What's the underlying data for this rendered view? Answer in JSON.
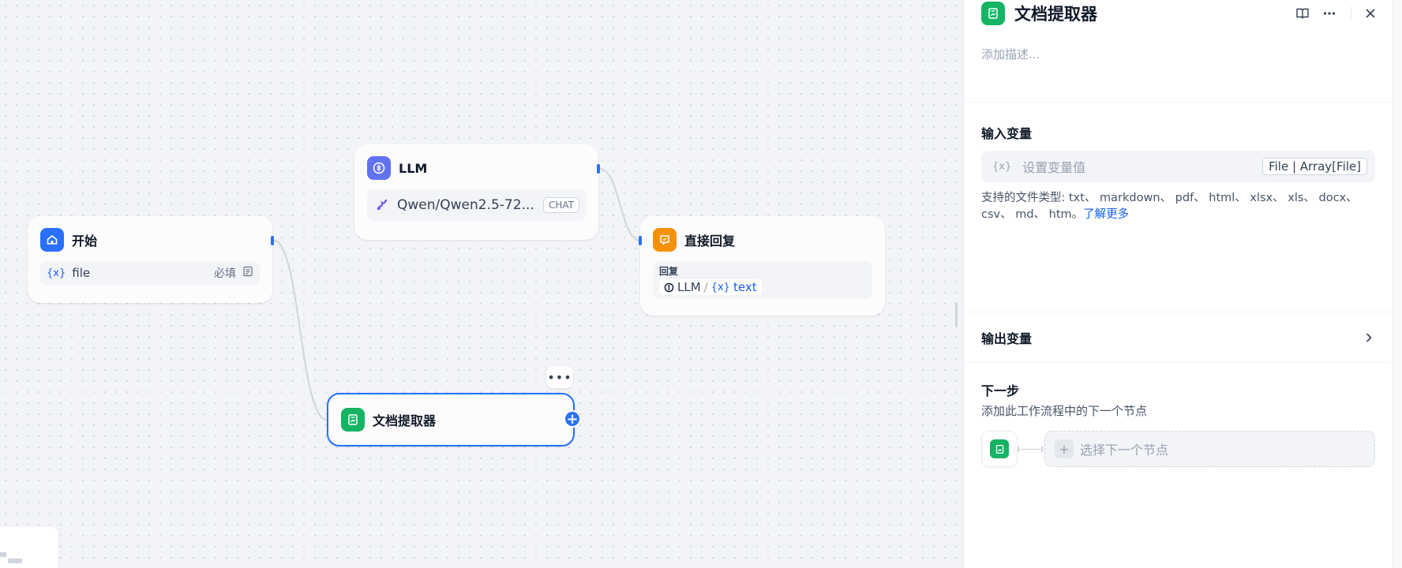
{
  "canvas": {
    "nodes": {
      "start": {
        "title": "开始",
        "var_tag": "{x}",
        "var_name": "file",
        "required": "必填"
      },
      "llm": {
        "title": "LLM",
        "model": "Qwen/Qwen2.5-72...",
        "mode": "CHAT"
      },
      "reply": {
        "title": "直接回复",
        "label": "回复",
        "ref_node": "LLM",
        "ref_sep": "/",
        "ref_tag": "{x}",
        "ref_var": "text"
      },
      "extractor": {
        "title": "文档提取器"
      }
    },
    "more_button": "•••",
    "add_handle": "+"
  },
  "panel": {
    "title": "文档提取器",
    "description_placeholder": "添加描述...",
    "input_section": {
      "title": "输入变量",
      "var_tag": "{x}",
      "placeholder": "设置变量值",
      "type": "File | Array[File]",
      "support_text": "支持的文件类型: txt、 markdown、 pdf、 html、 xlsx、 xls、 docx、 csv、 md、 htm。",
      "learn_more": "了解更多"
    },
    "output_section": {
      "title": "输出变量"
    },
    "next_section": {
      "title": "下一步",
      "description": "添加此工作流程中的下一个节点",
      "select_label": "选择下一个节点",
      "plus": "+"
    }
  },
  "colors": {
    "accent": "#2970ff",
    "start_icon": "#2970ff",
    "llm_icon": "#6172f3",
    "reply_icon": "#f79009",
    "extractor_icon": "#16b364"
  },
  "icons": {
    "start": "home-icon",
    "llm": "brain-icon",
    "reply": "reply-icon",
    "extractor": "document-extract-icon",
    "doc": "book-open-icon",
    "more": "more-horizontal-icon",
    "close": "close-icon"
  }
}
